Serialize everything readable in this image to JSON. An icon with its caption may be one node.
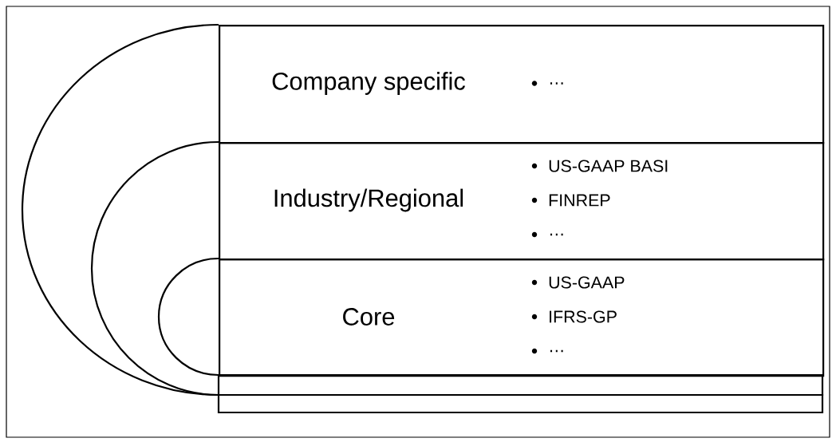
{
  "diagram": {
    "nodes": [
      {
        "text": [
          "Company specific",
          "…"
        ]
      },
      {
        "text": [
          "Industry/Regional",
          "US-GAAP BASI",
          "FINREP",
          "…"
        ]
      },
      {
        "text": [
          "Core",
          "US-GAAP",
          "IFRS-GP",
          "…"
        ]
      }
    ]
  }
}
